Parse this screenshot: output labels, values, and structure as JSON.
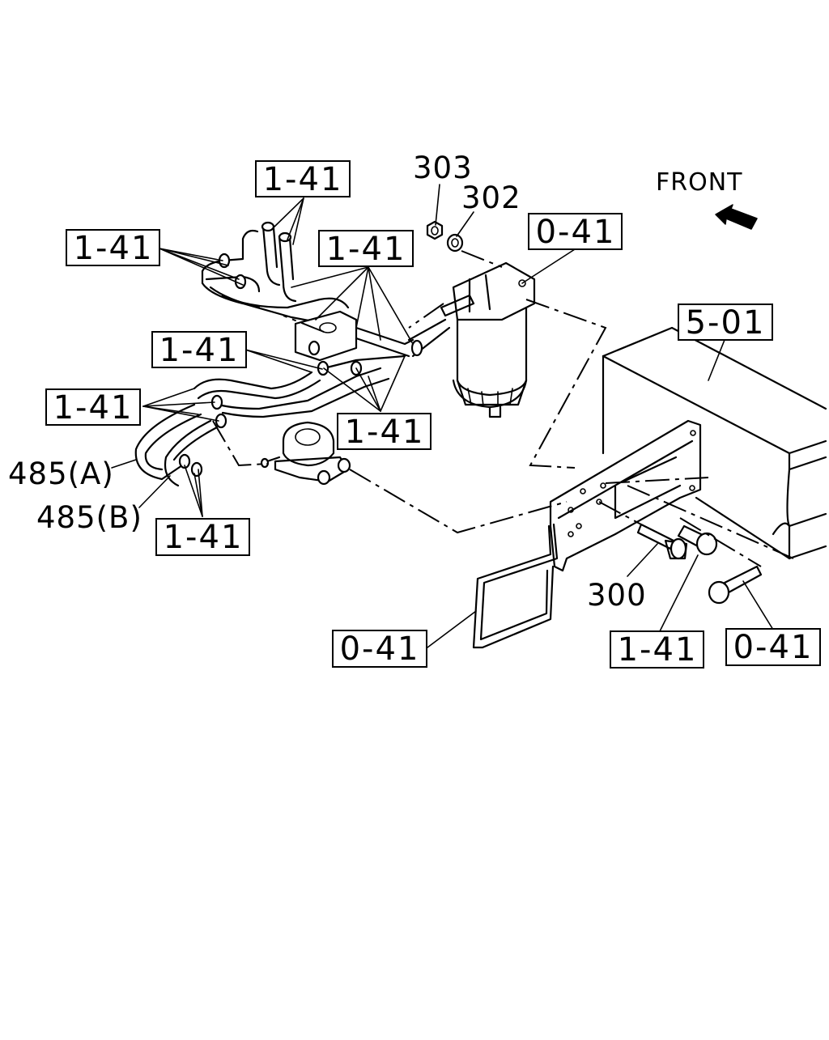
{
  "front_label": "FRONT",
  "callouts": {
    "top_center": "1-41",
    "top_left": "1-41",
    "top_mid": "1-41",
    "filter_bracket": "0-41",
    "frame": "5-01",
    "mid_left_upper": "1-41",
    "mid_left_lower": "1-41",
    "mid_center": "1-41",
    "bottom_left": "1-41",
    "bracket_lower": "0-41",
    "bolt_mid": "1-41",
    "bolt_right": "0-41"
  },
  "part_numbers": {
    "nut": "303",
    "washer": "302",
    "bolt": "300",
    "hose_a": "485(A)",
    "hose_b": "485(B)"
  }
}
